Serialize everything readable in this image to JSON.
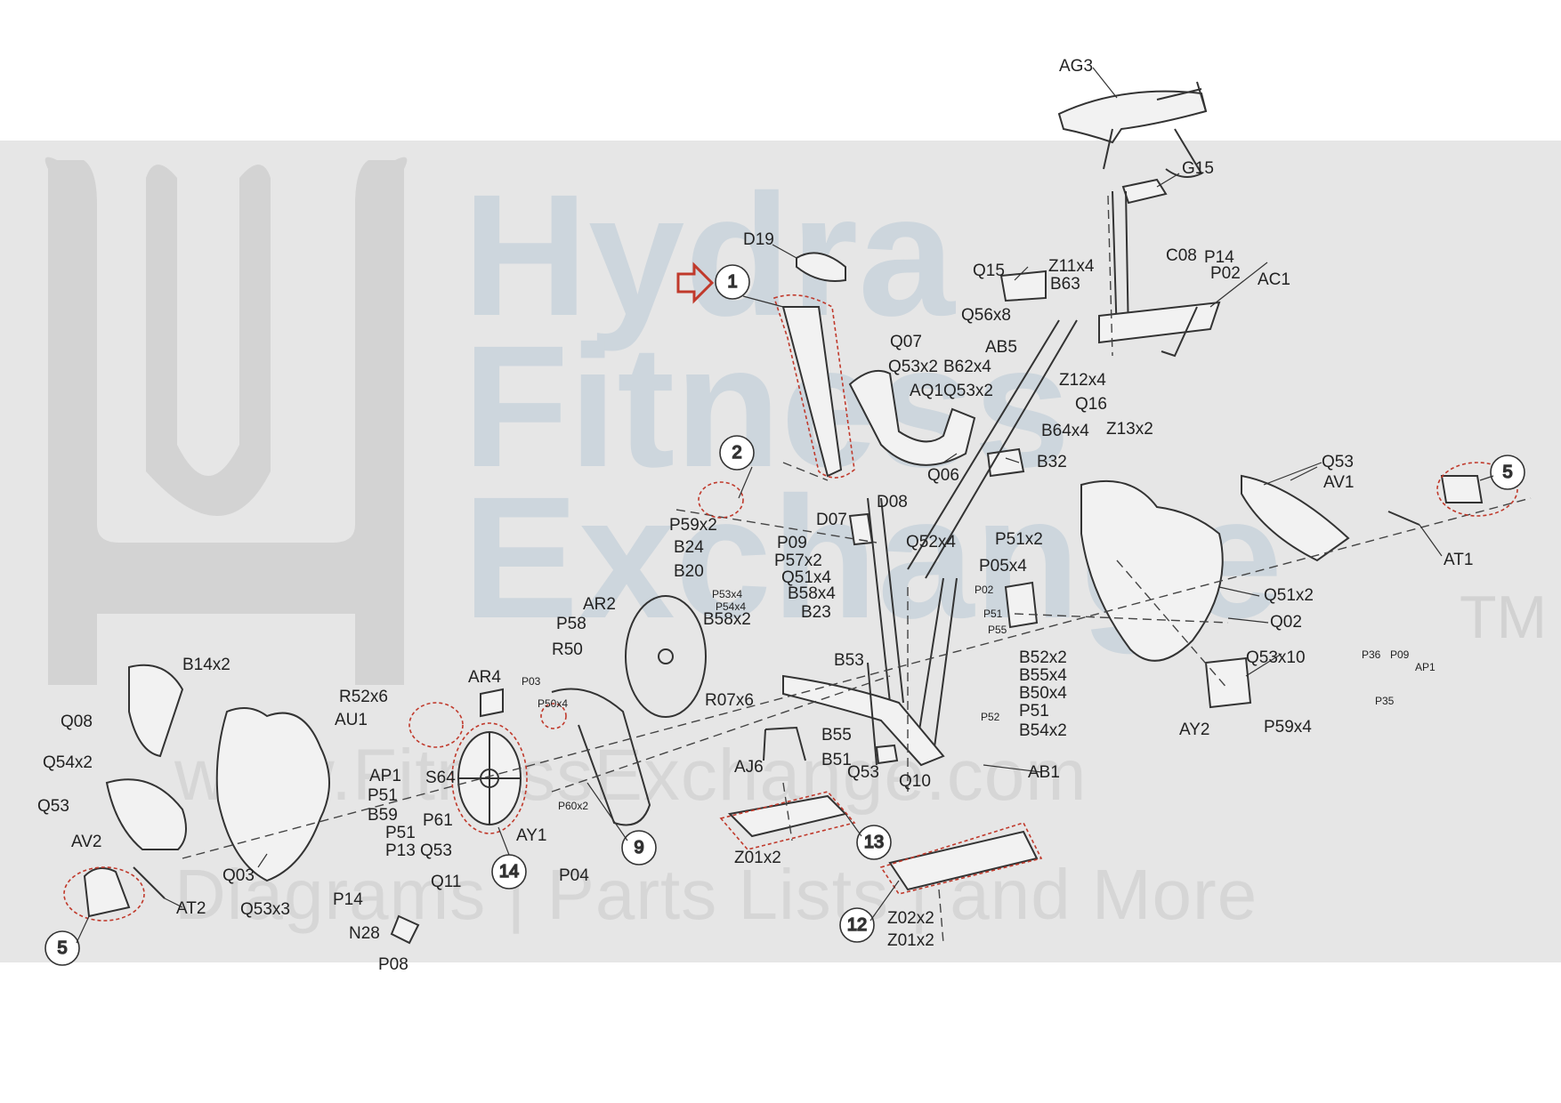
{
  "watermark": {
    "brand_lines": [
      "Hydra",
      "Fitness",
      "Exchange"
    ],
    "tm": "TM",
    "url": "www.FitnessExchange.com",
    "tagline": "Diagrams | Parts Lists | and More"
  },
  "callouts": [
    {
      "id": "1"
    },
    {
      "id": "2"
    },
    {
      "id": "5"
    },
    {
      "id": "5"
    },
    {
      "id": "9"
    },
    {
      "id": "12"
    },
    {
      "id": "13"
    },
    {
      "id": "14"
    }
  ],
  "labels": [
    "AG3",
    "G15",
    "D19",
    "Z11x4",
    "C08",
    "P14",
    "P02",
    "Q15",
    "B63",
    "AC1",
    "Q56x8",
    "AB5",
    "Q07",
    "Q53x2",
    "B62x4",
    "AQ1",
    "Q53x2",
    "Z12x4",
    "Q16",
    "B64x4",
    "Z13x2",
    "Q06",
    "B32",
    "Q53",
    "AV1",
    "AT1",
    "D08",
    "D07",
    "P59x2",
    "P09",
    "B24",
    "P57x2",
    "B20",
    "Q51x4",
    "P53x4",
    "B58x4",
    "P54x4",
    "B23",
    "Q52x4",
    "P51x2",
    "P05x4",
    "P02",
    "P51",
    "P55",
    "Q51x2",
    "Q02",
    "AR2",
    "P58",
    "B58x2",
    "R50",
    "R07x6",
    "Q53x10",
    "P36",
    "P09",
    "AP1",
    "P35",
    "AY2",
    "P59x4",
    "B53",
    "B52x2",
    "B55x4",
    "B50x4",
    "P51",
    "P52",
    "B54x2",
    "B14x2",
    "Q08",
    "R52x6",
    "AR4",
    "P03",
    "P50x4",
    "AU1",
    "Q54x2",
    "AP1",
    "P51",
    "S64",
    "B59",
    "P61",
    "Q53",
    "AV2",
    "P60x2",
    "AY1",
    "B55",
    "AJ6",
    "B51",
    "Q53",
    "Q10",
    "AB1",
    "P51",
    "P13",
    "Q53",
    "Q11",
    "Q03",
    "P14",
    "P04",
    "Z01x2",
    "AT2",
    "Q53x3",
    "N28",
    "P08",
    "Z02x2",
    "Z01x2"
  ]
}
